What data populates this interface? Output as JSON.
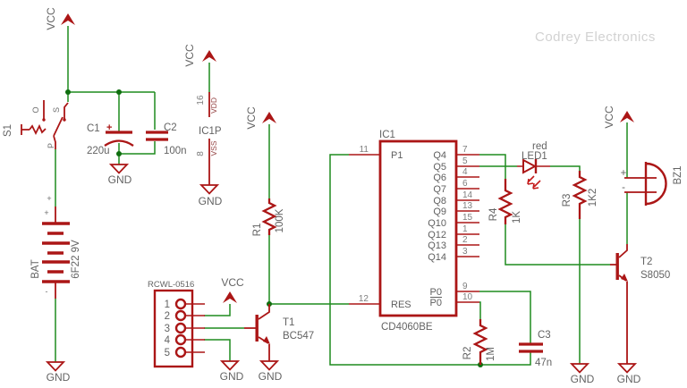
{
  "watermark": "Codrey Electronics",
  "colors": {
    "background": "#ffffff",
    "symbol_red": "#ab1616",
    "wire_green": "#1f8c1f",
    "junction_green": "#0f6e0f",
    "label_gray": "#636363",
    "pin_number_gray": "#7e7e7e",
    "pin_name_red": "#964646",
    "watermark_gray": "#d2d2d2"
  },
  "power": {
    "vcc": "VCC",
    "gnd": "GND"
  },
  "parts": {
    "s1": {
      "name": "S1",
      "pin_o": "O",
      "pin_s": "S",
      "pin_p": "P"
    },
    "bat": {
      "name": "BAT",
      "value": "6F22 9V",
      "plus": "+",
      "minus": "-"
    },
    "c1": {
      "name": "C1",
      "value": "220u",
      "plus": "+"
    },
    "c2": {
      "name": "C2",
      "value": "100n"
    },
    "ic1p": {
      "name": "IC1P",
      "vdd_num": "16",
      "vdd": "VDD",
      "vss_num": "8",
      "vss": "VSS"
    },
    "r1": {
      "name": "R1",
      "value": "100K"
    },
    "rcwl": {
      "name": "RCWL-0516",
      "pins": [
        "1",
        "2",
        "3",
        "4",
        "5"
      ]
    },
    "t1": {
      "name": "T1",
      "value": "BC547"
    },
    "ic1": {
      "name": "IC1",
      "value": "CD4060BE",
      "left_pins": [
        {
          "num": "11",
          "label": "P1"
        },
        {
          "num": "12",
          "label": "RES"
        }
      ],
      "right_pins": [
        {
          "num": "7",
          "label": "Q4"
        },
        {
          "num": "5",
          "label": "Q5"
        },
        {
          "num": "4",
          "label": "Q6"
        },
        {
          "num": "6",
          "label": "Q7"
        },
        {
          "num": "14",
          "label": "Q8"
        },
        {
          "num": "13",
          "label": "Q9"
        },
        {
          "num": "15",
          "label": "Q10"
        },
        {
          "num": "1",
          "label": "Q12"
        },
        {
          "num": "2",
          "label": "Q13"
        },
        {
          "num": "3",
          "label": "Q14"
        },
        {
          "num": "9",
          "label": "P0"
        },
        {
          "num": "10",
          "label": "P0"
        }
      ]
    },
    "r2": {
      "name": "R2",
      "value": "1M"
    },
    "c3": {
      "name": "C3",
      "value": "47n"
    },
    "r4": {
      "name": "R4",
      "value": "1K"
    },
    "r3": {
      "name": "R3",
      "value": "1K2"
    },
    "led1": {
      "name": "LED1",
      "value": "red"
    },
    "t2": {
      "name": "T2",
      "value": "S8050"
    },
    "bz1": {
      "name": "BZ1",
      "plus": "+",
      "minus": "-"
    }
  }
}
